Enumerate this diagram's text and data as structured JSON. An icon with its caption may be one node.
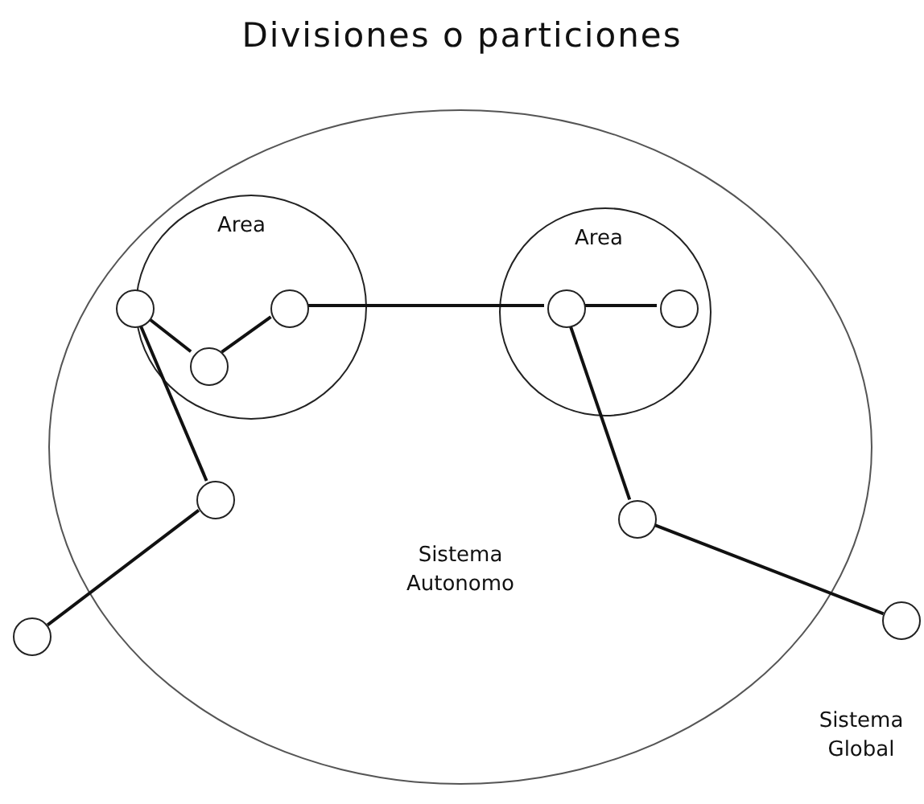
{
  "diagram": {
    "title": "Divisiones o particiones",
    "nodes": [
      {
        "text": [
          "Sistema Autonomo"
        ]
      },
      {
        "text": [
          "Area"
        ],
        "in": 0
      },
      {
        "text": [],
        "shape": "circle",
        "in": 1
      },
      {
        "text": [],
        "shape": "circle",
        "in": 1
      },
      {
        "text": [],
        "shape": "circle",
        "in": 1
      },
      {
        "text": [
          "Area"
        ],
        "in": 0
      },
      {
        "text": [],
        "shape": "circle",
        "in": 5
      },
      {
        "text": [],
        "shape": "circle",
        "in": 5
      },
      {
        "text": [],
        "shape": "circle",
        "in": 0
      },
      {
        "text": [],
        "shape": "circle",
        "in": 0
      },
      {
        "text": [],
        "shape": "circle"
      },
      {
        "text": [],
        "shape": "circle"
      }
    ],
    "edges": [
      {
        "from": 2,
        "to": 3,
        "arrow": "none"
      },
      {
        "from": 3,
        "to": 4,
        "arrow": "none"
      },
      {
        "from": 4,
        "to": 6,
        "arrow": "none"
      },
      {
        "from": 6,
        "to": 7,
        "arrow": "none"
      },
      {
        "from": 2,
        "to": 8,
        "arrow": "none"
      },
      {
        "from": 8,
        "to": 10,
        "arrow": "none"
      },
      {
        "from": 6,
        "to": 9,
        "arrow": "none"
      },
      {
        "from": 9,
        "to": 11,
        "arrow": "none"
      }
    ],
    "labels": [
      "Sistema Global"
    ]
  }
}
